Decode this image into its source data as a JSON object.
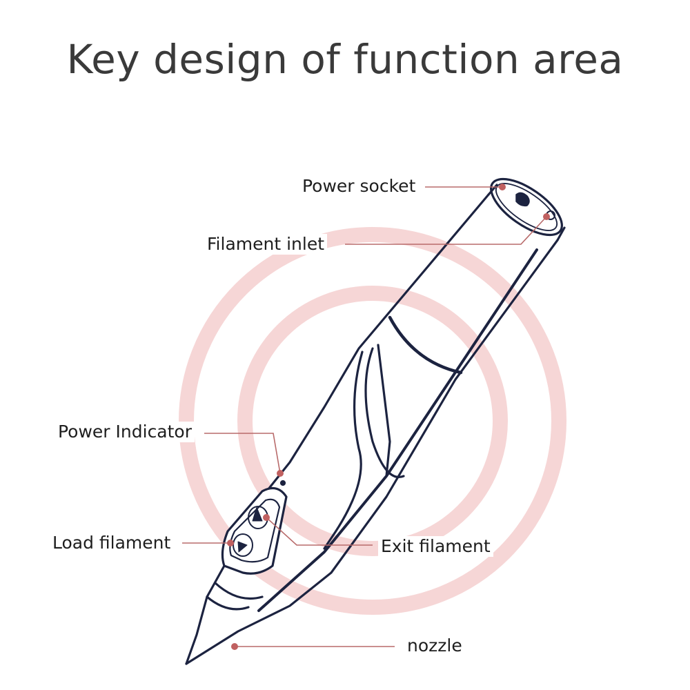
{
  "title": "Key design of function area",
  "colors": {
    "title": "#3a3a3a",
    "pen_outline": "#1c2340",
    "callout_line": "#b86a6a",
    "callout_dot": "#c06060",
    "background_rings": "#f6d6d6"
  },
  "callouts": {
    "power_socket": "Power socket",
    "filament_inlet": "Filament inlet",
    "power_indicator": "Power Indicator",
    "load_filament": "Load filament",
    "exit_filament": "Exit filament",
    "nozzle": "nozzle"
  }
}
